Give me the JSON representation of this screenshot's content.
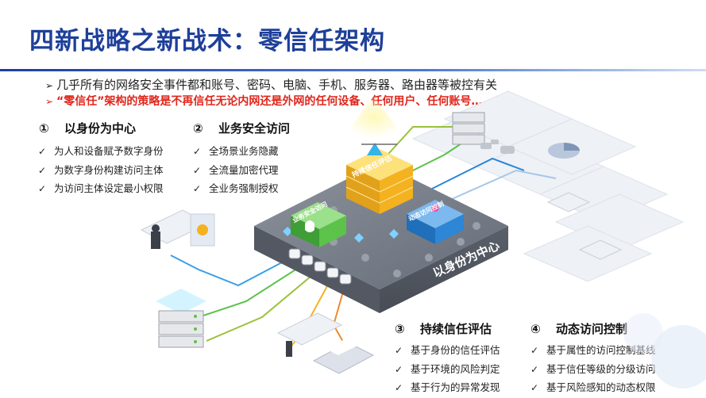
{
  "title": "四新战略之新战术：零信任架构",
  "bullets": [
    {
      "marker": "➢",
      "text": "几乎所有的网络安全事件都和账号、密码、电脑、手机、服务器、路由器等被控有关"
    },
    {
      "marker": "➢",
      "text": "“零信任”架构的策略是不再信任无论内网还是外网的任何设备、任何用户、任何账号……"
    }
  ],
  "sections": [
    {
      "num": "①",
      "title": "以身份为中心",
      "items": [
        "为人和设备赋予数字身份",
        "为数字身份构建访问主体",
        "为访问主体设定最小权限"
      ]
    },
    {
      "num": "②",
      "title": "业务安全访问",
      "items": [
        "全场景业务隐藏",
        "全流量加密代理",
        "全业务强制授权"
      ]
    },
    {
      "num": "③",
      "title": "持续信任评估",
      "items": [
        "基于身份的信任评估",
        "基于环境的风险判定",
        "基于行为的异常发现"
      ]
    },
    {
      "num": "④",
      "title": "动态访问控制",
      "items": [
        "基于属性的访问控制基线",
        "基于信任等级的分级访问",
        "基于风险感知的动态权限"
      ]
    }
  ],
  "check_mark": "✓",
  "diagram": {
    "platform_label": "以身份为中心",
    "block_trust": "持续信任评估",
    "block_access": "业务安全访问",
    "block_control": "动态访问控制"
  },
  "colors": {
    "title": "#1e3f9a",
    "warning": "#e0261b",
    "platform": "#6f7581",
    "trust_block": "#f4b220",
    "access_block": "#5cc24a",
    "control_block": "#2d86d6"
  }
}
